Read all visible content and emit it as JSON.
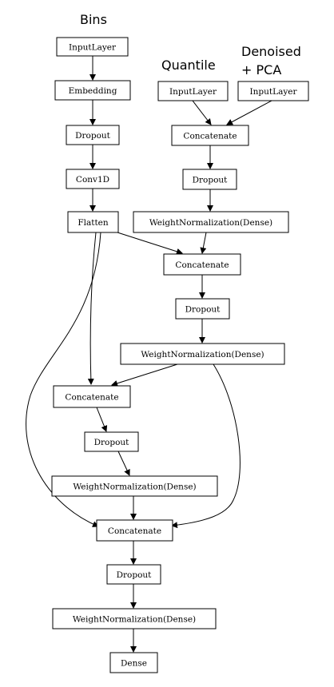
{
  "captions": {
    "bins": "Bins",
    "quantile": "Quantile",
    "denoised_line1": "Denoised",
    "denoised_line2": "+ PCA"
  },
  "nodes": {
    "input_bins": "InputLayer",
    "embedding": "Embedding",
    "dropout_bins": "Dropout",
    "conv1d": "Conv1D",
    "flatten": "Flatten",
    "input_quantile": "InputLayer",
    "input_denoised": "InputLayer",
    "concat_inputs": "Concatenate",
    "dropout_1": "Dropout",
    "wn_dense_1": "WeightNormalization(Dense)",
    "concat_2": "Concatenate",
    "dropout_2": "Dropout",
    "wn_dense_2": "WeightNormalization(Dense)",
    "concat_3": "Concatenate",
    "dropout_3": "Dropout",
    "wn_dense_3": "WeightNormalization(Dense)",
    "concat_4": "Concatenate",
    "dropout_4": "Dropout",
    "wn_dense_4": "WeightNormalization(Dense)",
    "dense_out": "Dense"
  }
}
